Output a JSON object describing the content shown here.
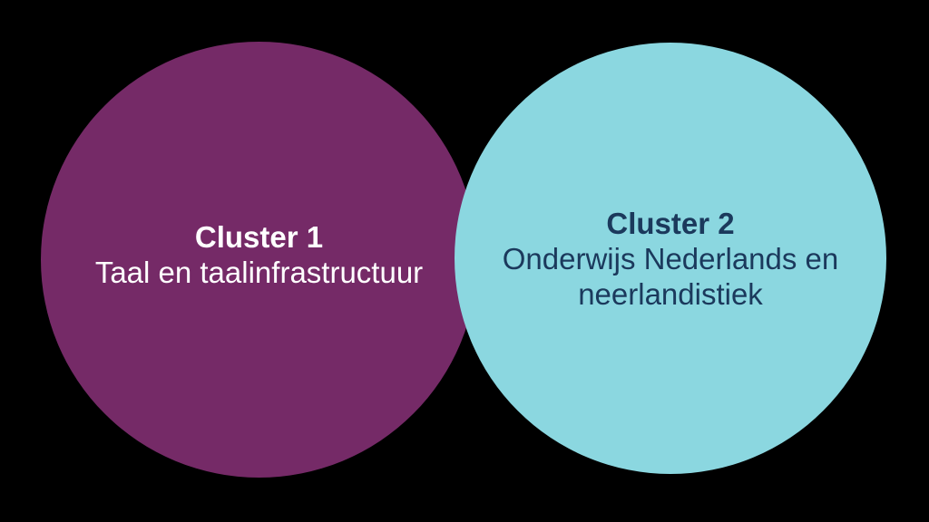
{
  "background_color": "#000000",
  "diagram": {
    "type": "cluster-circles",
    "clusters": [
      {
        "title": "Cluster 1",
        "subtitle": "Taal en taalinfrastructuur",
        "circle_color": "#752A67",
        "text_color": "#FFFFFF"
      },
      {
        "title": "Cluster 2",
        "subtitle": "Onderwijs Nederlands en neerlandistiek",
        "circle_color": "#8BD7E0",
        "text_color": "#1B395C"
      }
    ]
  }
}
